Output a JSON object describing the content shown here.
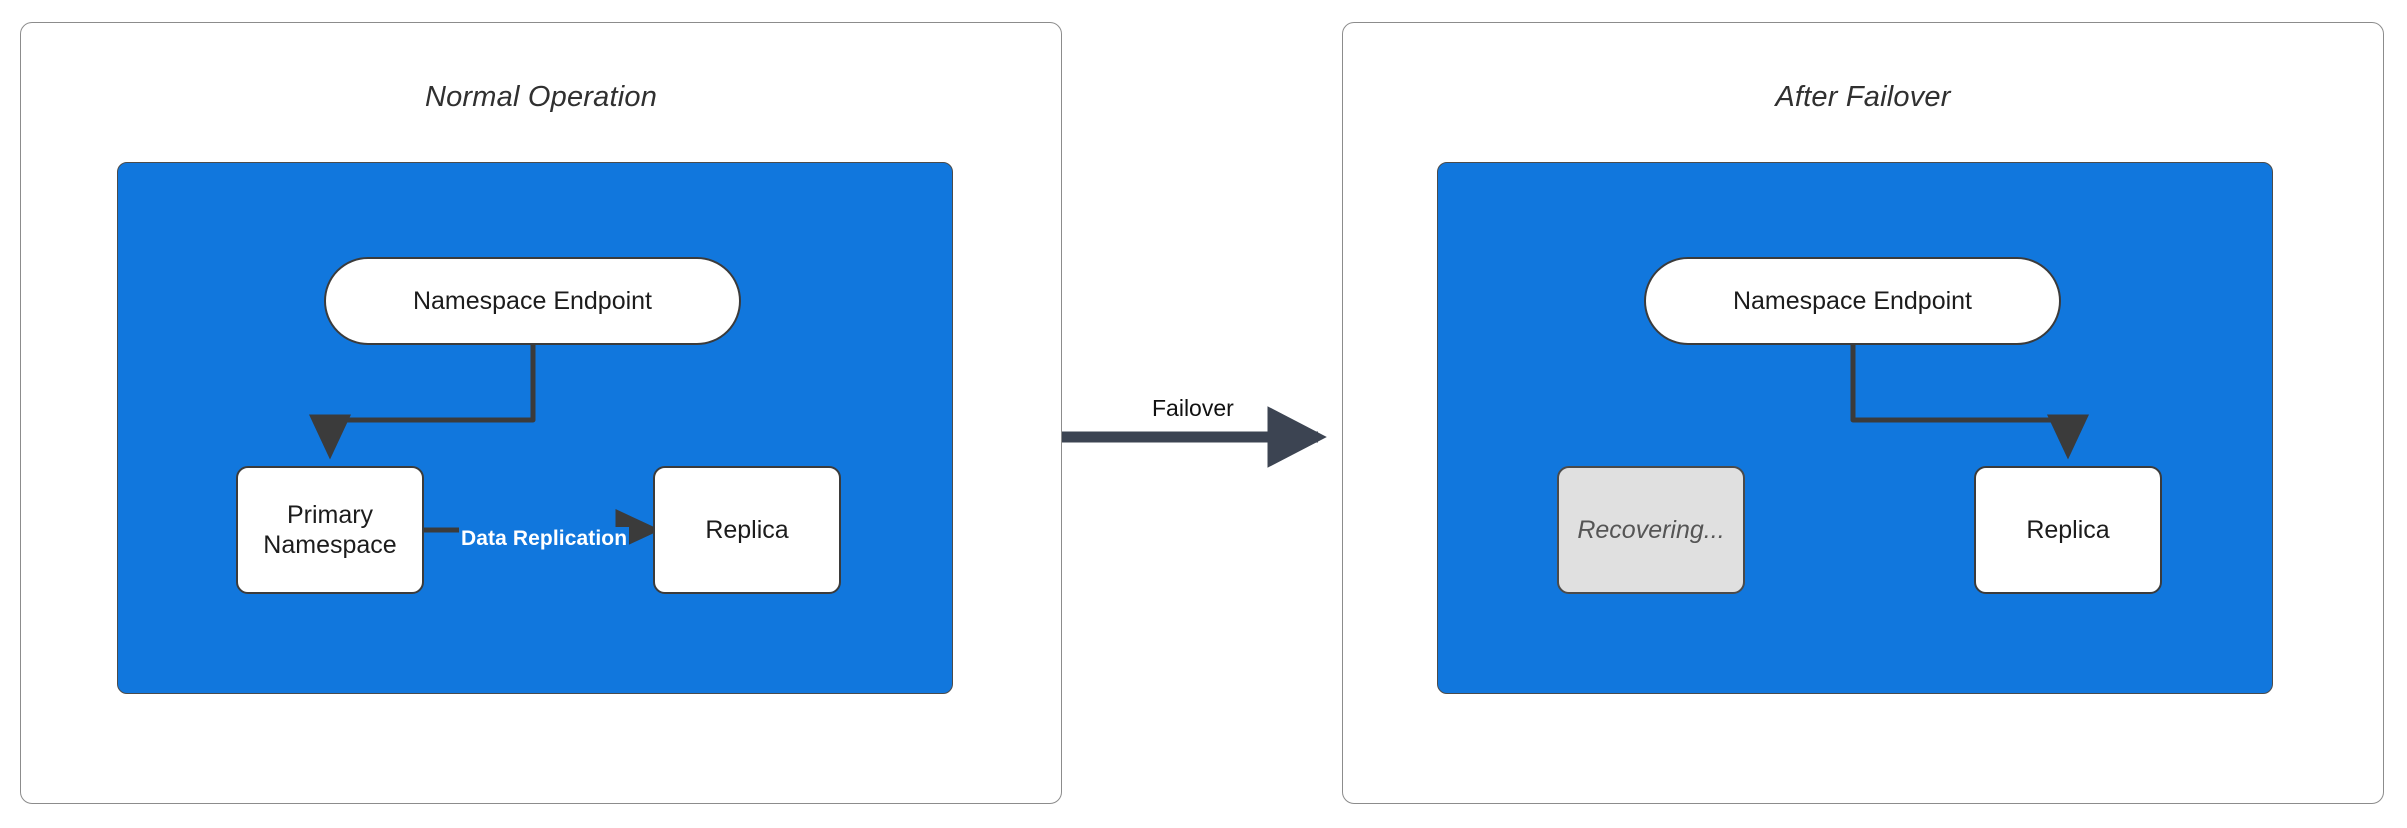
{
  "diagram": {
    "title_left": "Normal Operation",
    "title_right": "After Failover",
    "colors": {
      "cluster_blue": "#1177dd",
      "node_white": "#ffffff",
      "node_muted": "#e0e0e0",
      "stroke_dark": "#3b3b3b",
      "panel_border": "#8c8c8c",
      "label_white": "#ffffff",
      "title_gray": "#303030",
      "muted_text": "#555555"
    }
  },
  "panel_left": {
    "title": "Normal Operation",
    "nodes": {
      "endpoint": {
        "label": "Namespace Endpoint",
        "shape": "pill",
        "state": "active"
      },
      "primary": {
        "label": "Primary\nNamespace",
        "line1": "Primary",
        "line2": "Namespace",
        "shape": "box",
        "state": "active"
      },
      "replica": {
        "label": "Replica",
        "shape": "box",
        "state": "active"
      }
    },
    "edges": [
      {
        "from": "endpoint",
        "to": "primary",
        "label": "",
        "style": "elbow-arrow"
      },
      {
        "from": "primary",
        "to": "replica",
        "label": "Data Replication",
        "style": "straight-arrow"
      }
    ],
    "edge_labels": {
      "data_replication": "Data Replication"
    }
  },
  "panel_right": {
    "title": "After Failover",
    "nodes": {
      "endpoint": {
        "label": "Namespace Endpoint",
        "shape": "pill",
        "state": "active"
      },
      "recovering": {
        "label": "Recovering...",
        "shape": "box",
        "state": "recovering"
      },
      "replica": {
        "label": "Replica",
        "shape": "box",
        "state": "active"
      }
    },
    "edges": [
      {
        "from": "endpoint",
        "to": "replica",
        "label": "",
        "style": "elbow-arrow"
      }
    ]
  },
  "transition": {
    "label": "Failover",
    "direction": "left-to-right"
  }
}
